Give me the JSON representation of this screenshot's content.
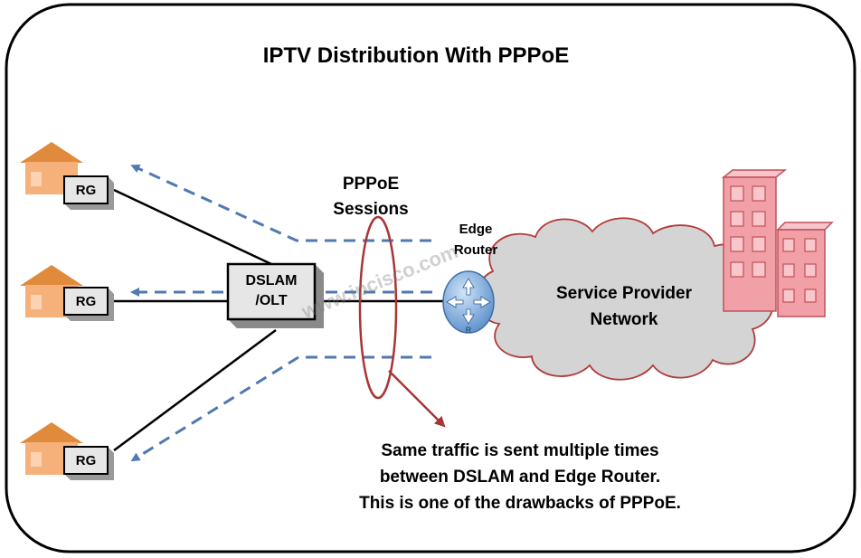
{
  "title": "IPTV Distribution With PPPoE",
  "sessions_label": [
    "PPPoE",
    "Sessions"
  ],
  "edge_router_label": [
    "Edge",
    "Router"
  ],
  "router_icon_letter": "R",
  "cloud_label": [
    "Service Provider",
    "Network"
  ],
  "dslam_label": [
    "DSLAM",
    "/OLT"
  ],
  "rg_label": "RG",
  "note": [
    "Same traffic is sent multiple times",
    "between DSLAM and Edge Router.",
    "This is one of the drawbacks of PPPoE."
  ],
  "watermark": "www.ipcisco.com",
  "icons": {
    "house": "house-icon",
    "router": "router-icon",
    "buildings": "office-buildings-icon"
  },
  "colors": {
    "house_fill": "#f6b07a",
    "house_roof": "#e08a3c",
    "cloud_fill": "#d4d4d4",
    "cloud_stroke": "#b23a3a",
    "building_fill": "#f2a0a8",
    "building_stroke": "#c0505a",
    "arrow_dash": "#4f79b0",
    "ellipse": "#a93535",
    "router_fill": "#6a9fd8"
  }
}
